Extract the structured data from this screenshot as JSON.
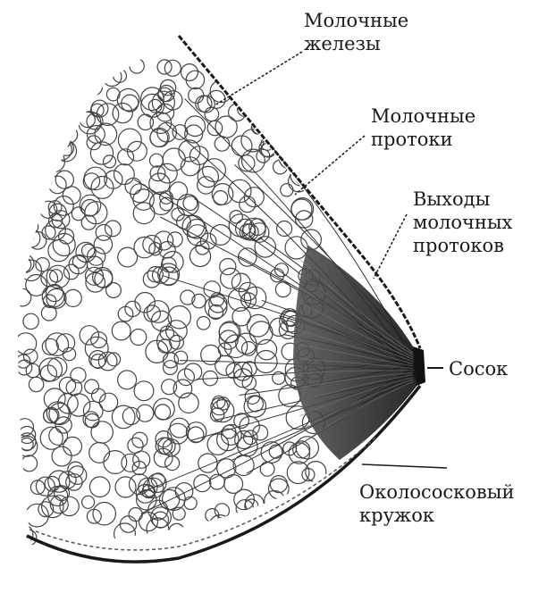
{
  "labels": {
    "glands": {
      "line1": "Молочные",
      "line2": "железы"
    },
    "ducts": {
      "line1": "Молочные",
      "line2": "протоки"
    },
    "duct_openings": {
      "line1": "Выходы",
      "line2": "молочных",
      "line3": "протоков"
    },
    "nipple": {
      "line1": "Сосок"
    },
    "areola": {
      "line1": "Околососковый",
      "line2": "кружок"
    }
  },
  "colors": {
    "ink": "#1a1a1a",
    "tissue": "#444444",
    "areola_fill": "#2a2a2a"
  }
}
